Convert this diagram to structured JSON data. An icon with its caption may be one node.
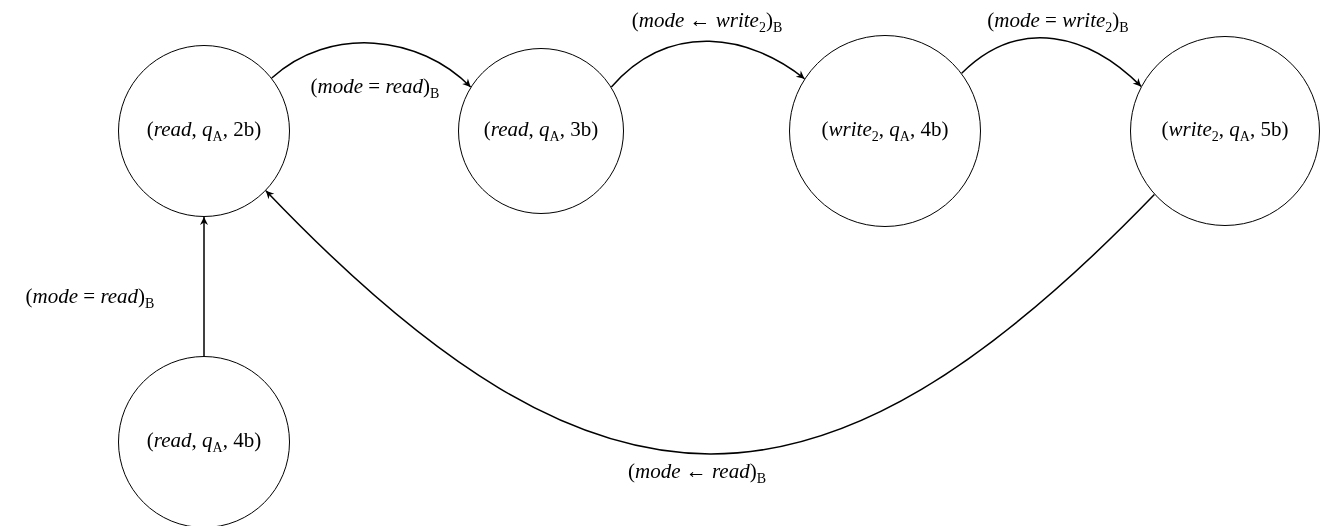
{
  "diagram": {
    "nodes": [
      {
        "text": [
          "(*read*, *q*$_{A}$, 2b)"
        ]
      },
      {
        "text": [
          "(*read*, *q*$_{A}$, 3b)"
        ]
      },
      {
        "text": [
          "(*write*$_{2}$, *q*$_{A}$, 4b)"
        ]
      },
      {
        "text": [
          "(*write*$_{2}$, *q*$_{A}$, 5b)"
        ]
      },
      {
        "text": [
          "(*read*, *q*$_{A}$, 4b)"
        ]
      }
    ],
    "edges": [
      {
        "from": 0,
        "to": 1,
        "arrow": "to",
        "label": "(*mode* = *read*)$_{B}$"
      },
      {
        "from": 1,
        "to": 2,
        "arrow": "to",
        "label": "(*mode* ← *write*$_{2}$)$_{B}$"
      },
      {
        "from": 2,
        "to": 3,
        "arrow": "to",
        "label": "(*mode* = *write*$_{2}$)$_{B}$"
      },
      {
        "from": 3,
        "to": 0,
        "arrow": "to",
        "label": "(*mode* ← *read*)$_{B}$"
      },
      {
        "from": 4,
        "to": 0,
        "arrow": "to",
        "label": "(*mode* = *read*)$_{B}$"
      }
    ]
  }
}
